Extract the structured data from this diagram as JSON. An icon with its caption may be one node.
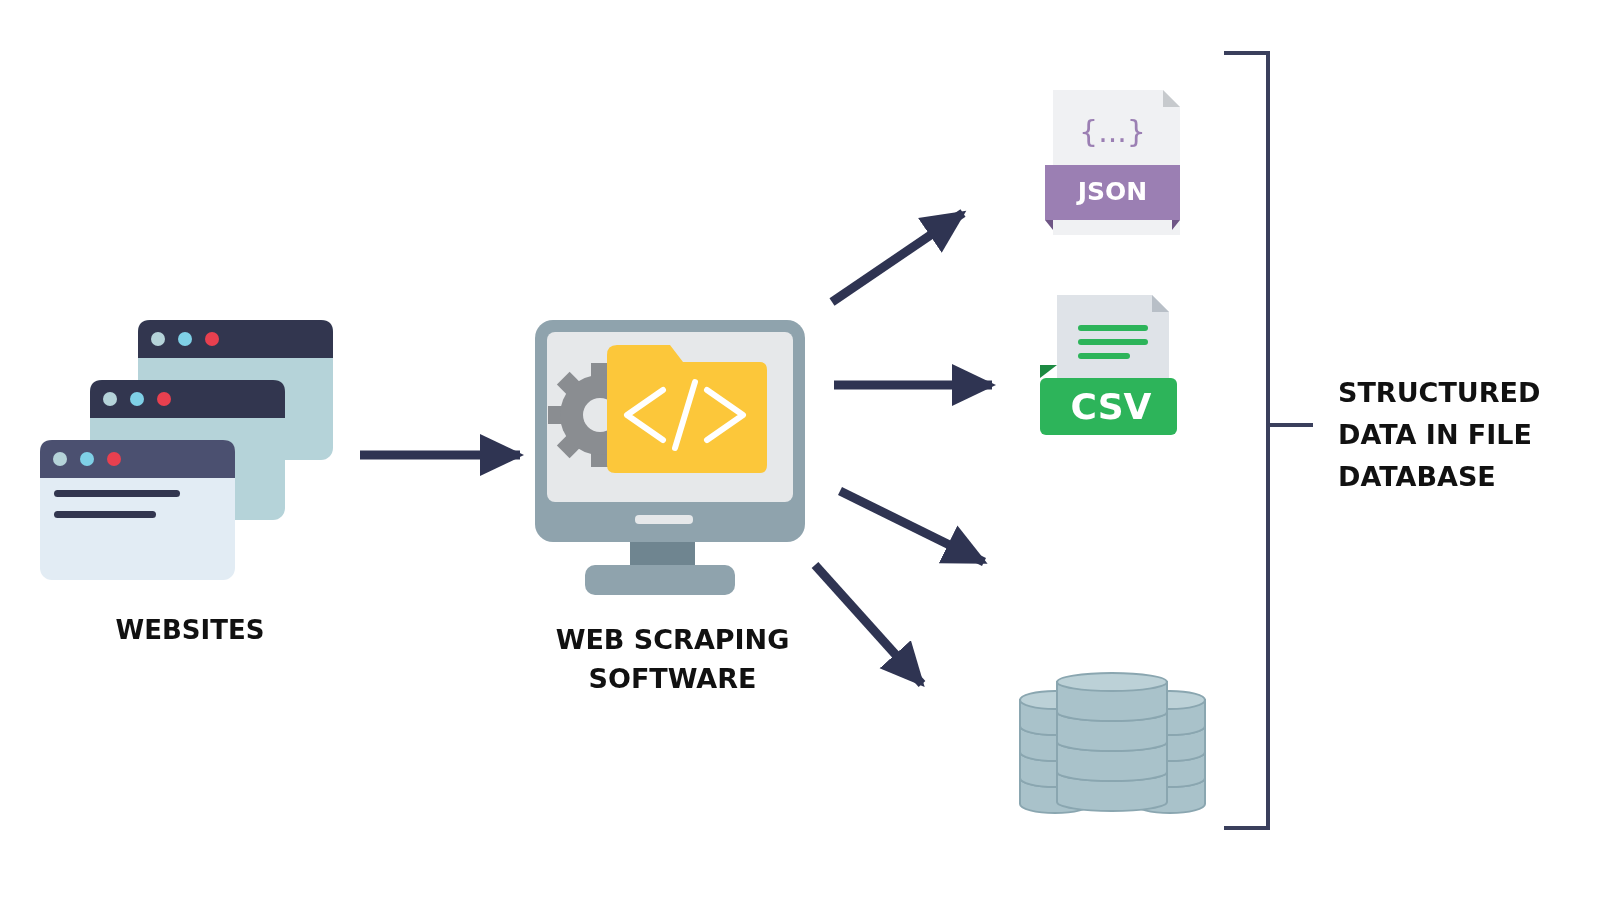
{
  "diagram": {
    "nodes": [
      {
        "text": [
          "WEBSITES"
        ]
      },
      {
        "text": [
          "WEB SCRAPING SOFTWARE"
        ]
      },
      {
        "text": [
          "{...}",
          "JSON"
        ]
      },
      {
        "text": [
          "CSV"
        ]
      },
      {
        "text": [],
        "shape": "cylinder"
      }
    ],
    "edges": [
      {
        "from": 0,
        "to": 1,
        "arrow": "to"
      },
      {
        "from": 1,
        "to": 2,
        "arrow": "to"
      },
      {
        "from": 1,
        "to": 3,
        "arrow": "to"
      },
      {
        "from": 1,
        "to": null,
        "arrow": "to"
      },
      {
        "from": 1,
        "to": 4,
        "arrow": "to"
      }
    ],
    "labels": [
      "STRUCTURED DATA IN FILE DATABASE"
    ]
  }
}
